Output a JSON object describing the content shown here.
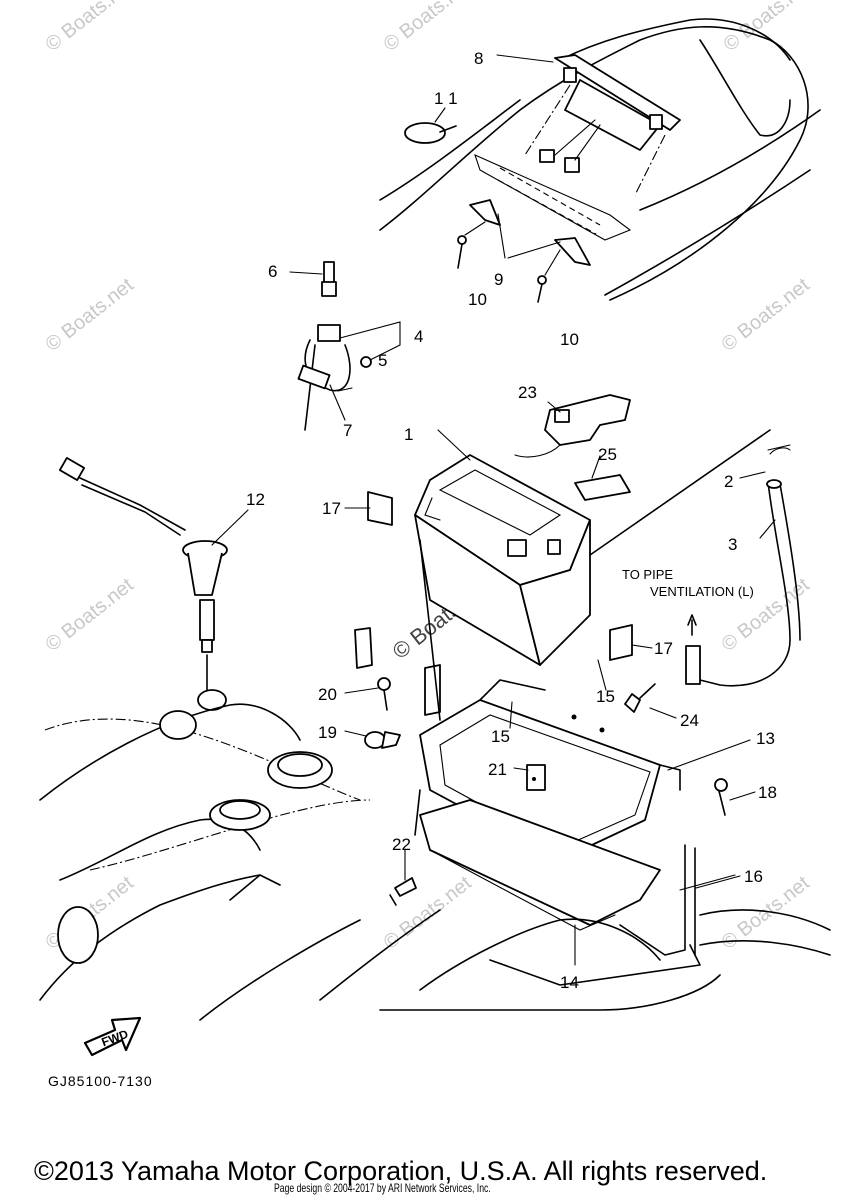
{
  "callouts": {
    "c1": "1",
    "c2": "2",
    "c3": "3",
    "c4": "4",
    "c5": "5",
    "c6": "6",
    "c7": "7",
    "c8": "8",
    "c9": "9",
    "c10a": "10",
    "c10b": "10",
    "c11": "1 1",
    "c12": "12",
    "c13": "13",
    "c14": "14",
    "c15a": "15",
    "c15b": "15",
    "c16": "16",
    "c17a": "17",
    "c17b": "17",
    "c18": "18",
    "c19": "19",
    "c20": "20",
    "c21": "21",
    "c22": "22",
    "c23": "23",
    "c24": "24",
    "c25": "25"
  },
  "note": {
    "line1": "TO PIPE",
    "line2": "VENTILATION (L)"
  },
  "fwd_label": "FWD",
  "drawing_code": "GJ85100-7130",
  "watermark": "© Boats.net",
  "copyright": "©2013 Yamaha Motor Corporation, U.S.A. All rights reserved.",
  "page_design": "Page design © 2004-2017 by ARI Network Services, Inc."
}
